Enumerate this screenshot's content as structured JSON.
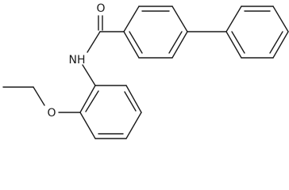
{
  "structure": {
    "atom_labels": {
      "carbonyl_oxygen": "O",
      "amide_nitrogen": "NH",
      "ether_oxygen": "O"
    }
  }
}
